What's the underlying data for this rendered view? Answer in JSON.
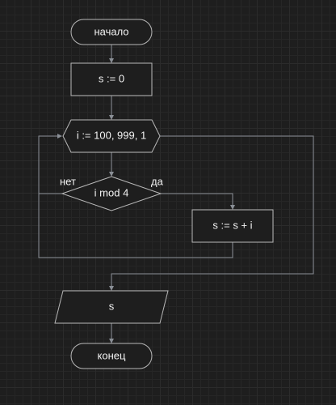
{
  "diagram": {
    "start_label": "начало",
    "init_label": "s := 0",
    "loop_label": "i := 100, 999, 1",
    "condition_label": "i mod 4",
    "no_label": "нет",
    "yes_label": "да",
    "action_label": "s := s + i",
    "output_label": "s",
    "end_label": "конец"
  }
}
